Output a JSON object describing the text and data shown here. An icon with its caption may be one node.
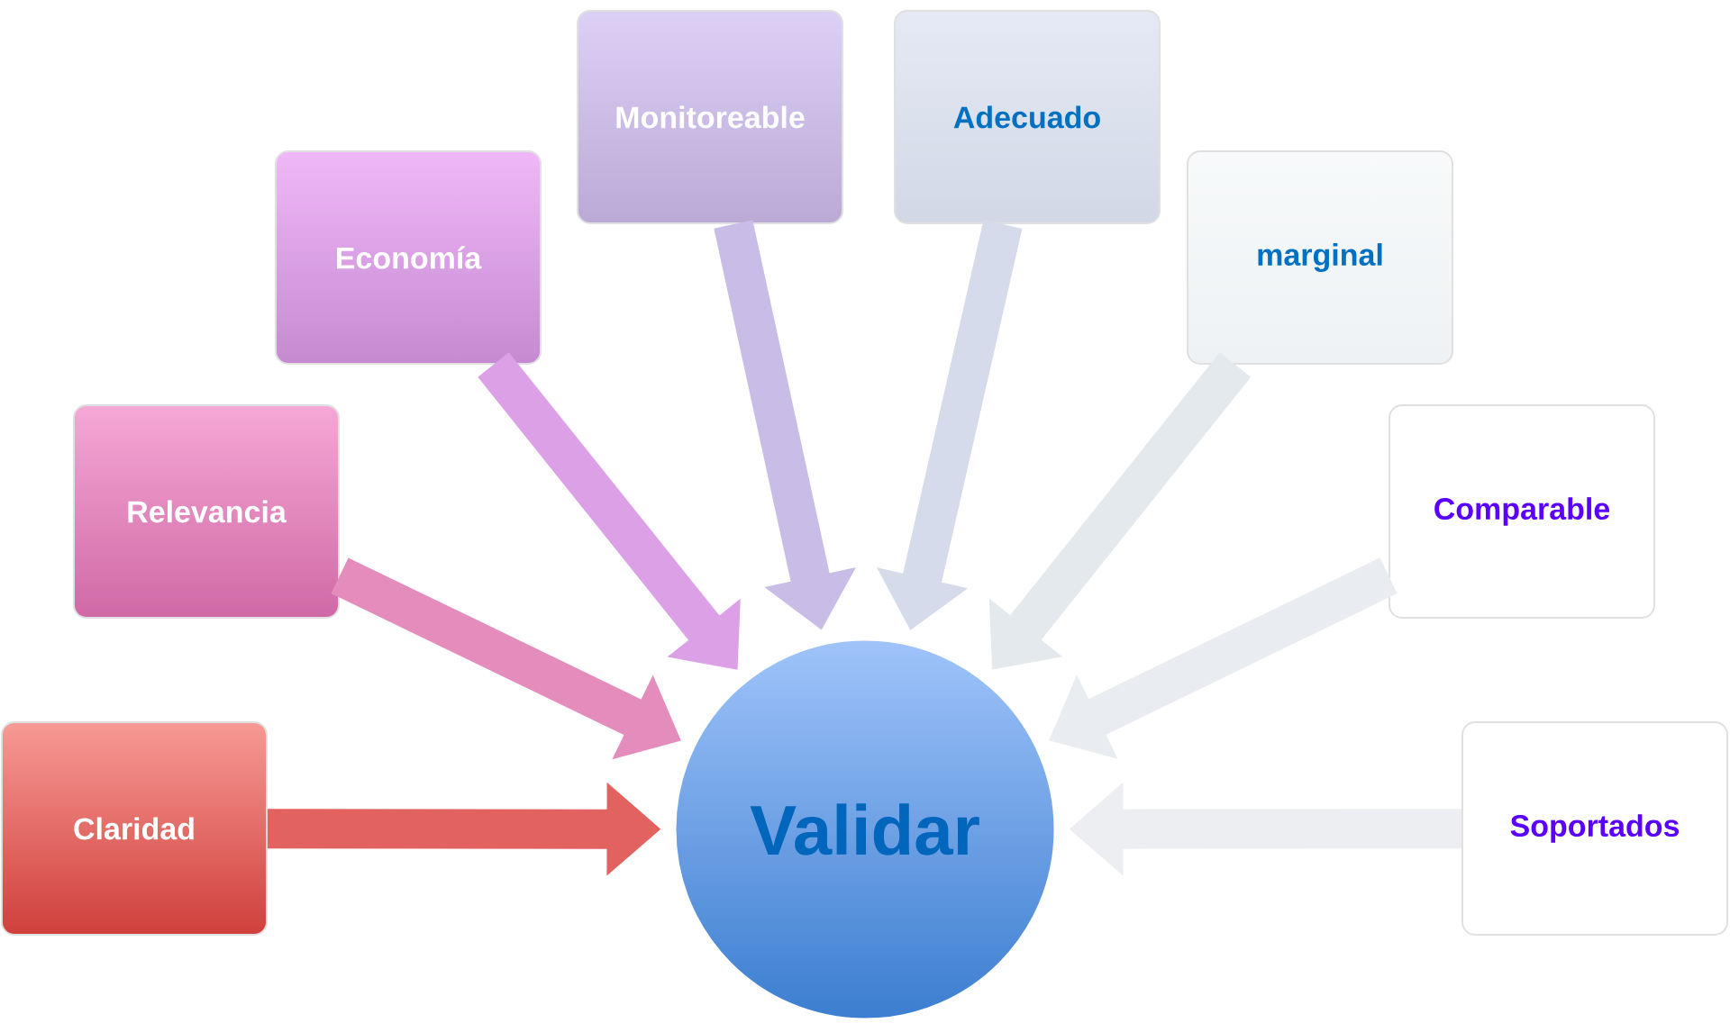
{
  "diagram": {
    "nodes": [
      {
        "text": [
          "Claridad"
        ]
      },
      {
        "text": [
          "Relevancia"
        ]
      },
      {
        "text": [
          "Economía"
        ]
      },
      {
        "text": [
          "Monitoreable"
        ]
      },
      {
        "text": [
          "Adecuado"
        ]
      },
      {
        "text": [
          "marginal"
        ]
      },
      {
        "text": [
          "Comparable"
        ]
      },
      {
        "text": [
          "Soportados"
        ]
      },
      {
        "text": [
          "Validar"
        ]
      }
    ],
    "edges": [
      {
        "from": 0,
        "to": 8,
        "arrow": "to",
        "color": "#e2625f"
      },
      {
        "from": 1,
        "to": 8,
        "arrow": "to",
        "color": "#e48dbd"
      },
      {
        "from": 2,
        "to": 8,
        "arrow": "to",
        "color": "#dba0e6"
      },
      {
        "from": 3,
        "to": 8,
        "arrow": "to",
        "color": "#c9bce6"
      },
      {
        "from": 4,
        "to": 8,
        "arrow": "to",
        "color": "#d5dbea"
      },
      {
        "from": 5,
        "to": 8,
        "arrow": "to",
        "color": "#e4e9ed"
      },
      {
        "from": 6,
        "to": 8,
        "arrow": "to",
        "color": "#e9ecf0"
      },
      {
        "from": 7,
        "to": 8,
        "arrow": "to",
        "color": "#eceef2"
      }
    ]
  }
}
